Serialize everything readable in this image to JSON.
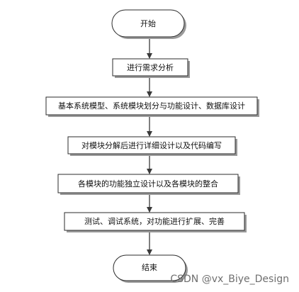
{
  "flowchart": {
    "nodes": [
      {
        "id": "start",
        "shape": "terminal",
        "label": "开始"
      },
      {
        "id": "step1",
        "shape": "process",
        "label": "进行需求分析"
      },
      {
        "id": "step2",
        "shape": "process",
        "label": "基本系统模型、系统模块划分与功能设计、数据库设计"
      },
      {
        "id": "step3",
        "shape": "process",
        "label": "对模块分解后进行详细设计以及代码编写"
      },
      {
        "id": "step4",
        "shape": "process",
        "label": "各模块的功能独立设计以及各模块的整合"
      },
      {
        "id": "step5",
        "shape": "process",
        "label": "测试、调试系统，对功能进行扩展、完善"
      },
      {
        "id": "end",
        "shape": "terminal",
        "label": "结束"
      }
    ],
    "edges": [
      {
        "from": "start",
        "to": "step1"
      },
      {
        "from": "step1",
        "to": "step2"
      },
      {
        "from": "step2",
        "to": "step3"
      },
      {
        "from": "step3",
        "to": "step4"
      },
      {
        "from": "step4",
        "to": "step5"
      },
      {
        "from": "step5",
        "to": "end"
      }
    ]
  },
  "watermark": "CSDN @vx_Biye_Design",
  "colors": {
    "stroke": "#2b2b2b",
    "shadow": "#9a9a9a",
    "arrow": "#3a3a3a",
    "watermark": "#6f6f6f"
  }
}
